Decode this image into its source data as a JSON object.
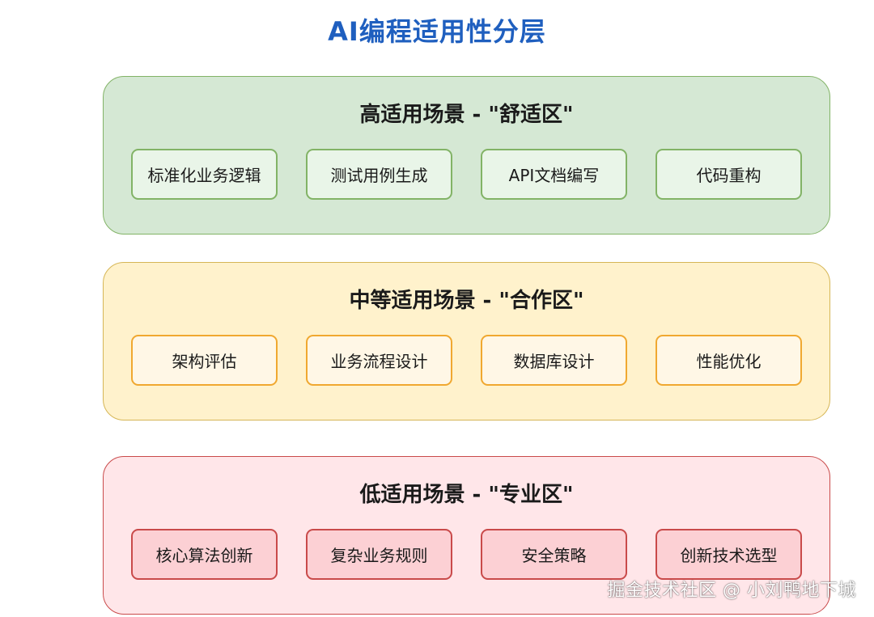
{
  "title": "AI编程适用性分层",
  "colors": {
    "title": "#1f5fbf",
    "high_fill": "#d5e8d4",
    "high_border": "#82b366",
    "mid_fill": "#fff2cc",
    "mid_border": "#d6b656",
    "low_fill": "#ffe6e9",
    "low_border": "#c94a4a"
  },
  "tiers": [
    {
      "heading": "高适用场景 - \"舒适区\"",
      "items": [
        "标准化业务逻辑",
        "测试用例生成",
        "API文档编写",
        "代码重构"
      ]
    },
    {
      "heading": "中等适用场景 - \"合作区\"",
      "items": [
        "架构评估",
        "业务流程设计",
        "数据库设计",
        "性能优化"
      ]
    },
    {
      "heading": "低适用场景 - \"专业区\"",
      "items": [
        "核心算法创新",
        "复杂业务规则",
        "安全策略",
        "创新技术选型"
      ]
    }
  ],
  "watermark": "掘金技术社区 @ 小刘鸭地下城"
}
